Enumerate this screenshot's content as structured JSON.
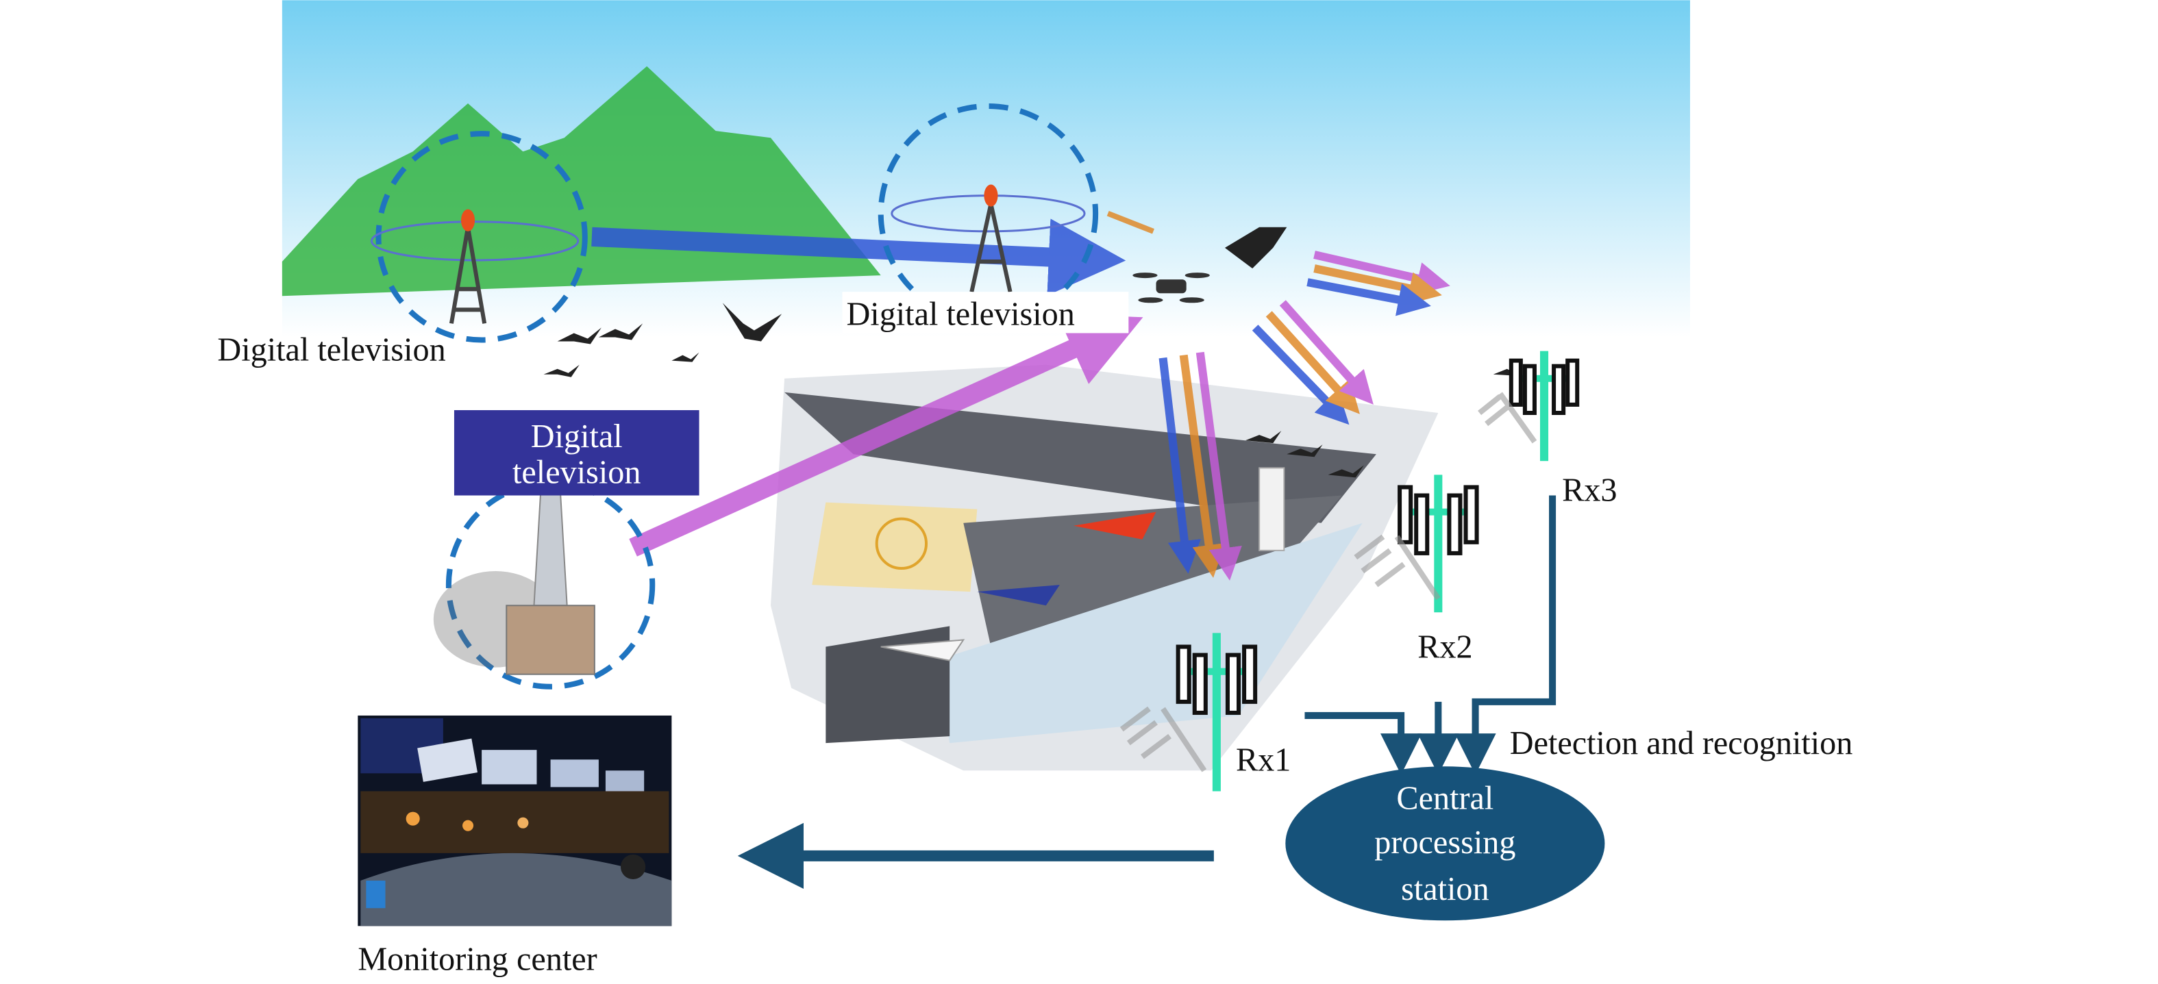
{
  "labels": {
    "tv1": "Digital television",
    "tv2": "Digital television",
    "tv3_line1": "Digital",
    "tv3_line2": "television",
    "rx1": "Rx1",
    "rx2": "Rx2",
    "rx3": "Rx3",
    "detection": "Detection and recognition",
    "central_line1": "Central",
    "central_line2": "processing",
    "central_line3": "station",
    "monitoring": "Monitoring center"
  },
  "colors": {
    "sky_top": "#74cff2",
    "mountain": "#2fae3a",
    "dashed_circle": "#1f74c0",
    "tv_box": "#333399",
    "central_station": "#16527a",
    "flow_line": "#1a5276",
    "antenna": "#2fe0b0",
    "signal_blue": "#2f56d6",
    "signal_pink": "#c35cd6",
    "signal_orange": "#e08a2a"
  }
}
